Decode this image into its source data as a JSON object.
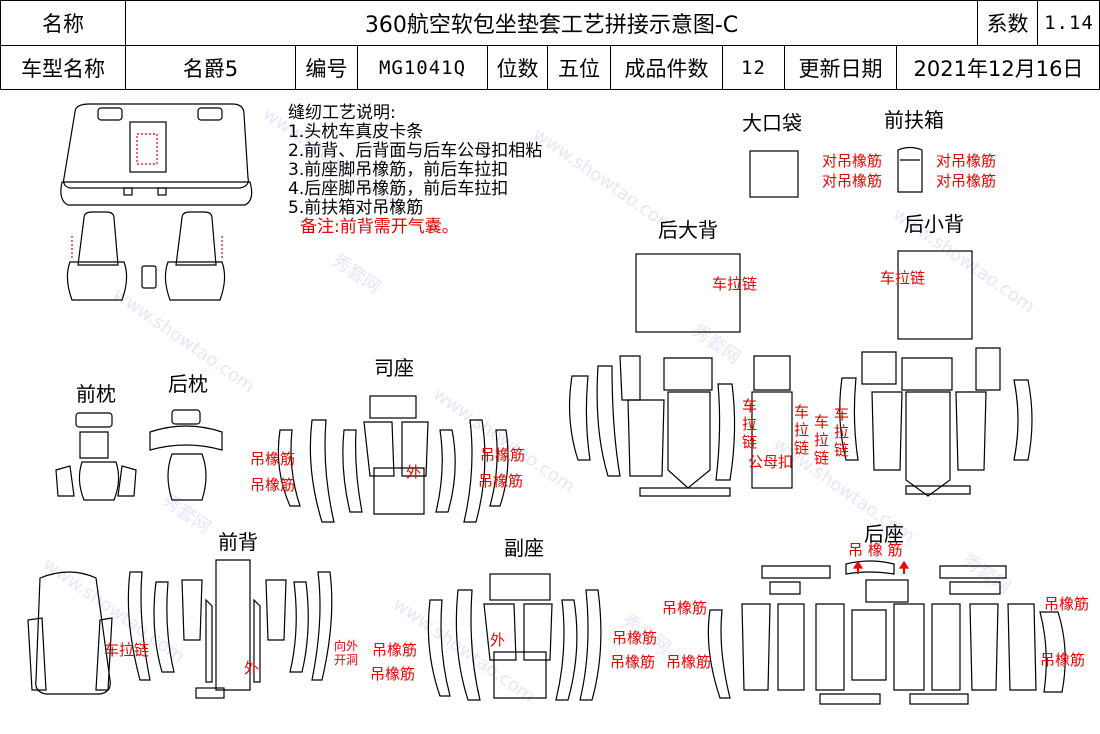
{
  "header": {
    "name_label": "名称",
    "title": "360航空软包坐垫套工艺拼接示意图-C",
    "coef_label": "系数",
    "coef_value": "1.14",
    "model_label": "车型名称",
    "model_value": "名爵5",
    "code_label": "编号",
    "code_value": "MG1041Q",
    "seats_label": "位数",
    "seats_value": "五位",
    "pieces_label": "成品件数",
    "pieces_value": "12",
    "date_label": "更新日期",
    "date_value": "2021年12月16日"
  },
  "notes": {
    "title": "缝纫工艺说明:",
    "items": [
      "1.头枕车真皮卡条",
      "2.前背、后背面与后车公母扣相粘",
      "3.前座脚吊橡筋，前后车拉扣",
      "4.后座脚吊橡筋，前后车拉扣",
      "5.前扶箱对吊橡筋"
    ],
    "remark": "备注:前背需开气囊。"
  },
  "sections": {
    "big_pocket": "大口袋",
    "front_armrest": "前扶箱",
    "rear_big_back": "后大背",
    "rear_small_back": "后小背",
    "front_headrest": "前枕",
    "rear_headrest": "后枕",
    "driver_seat": "司座",
    "front_back": "前背",
    "passenger_seat": "副座",
    "rear_seat": "后座"
  },
  "annotations": {
    "pair_elastic": "对吊橡筋",
    "zipper": "车拉链",
    "elastic": "吊橡筋",
    "outer": "外",
    "male_female_snap": "公母扣",
    "zip_char_1": "车",
    "zip_char_2": "拉",
    "zip_char_3": "链",
    "open_hole_1": "向外",
    "open_hole_2": "开洞",
    "rear_seat_elastic": "吊 橡 筋"
  },
  "watermark": {
    "text_cn": "秀套网",
    "text_url": "www.showtao.com"
  },
  "colors": {
    "annotation_red": "#e00000",
    "outline": "#000000",
    "watermark": "#8a80e6"
  }
}
